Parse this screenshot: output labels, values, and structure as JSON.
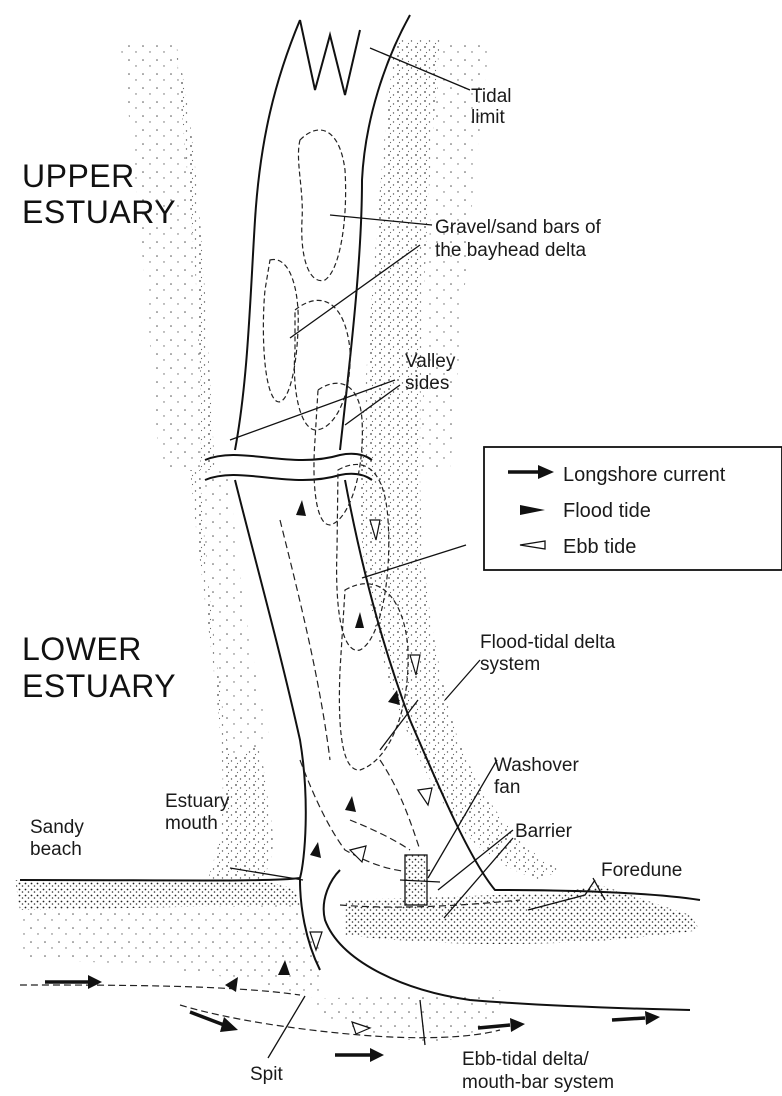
{
  "regions": {
    "upper": [
      "UPPER",
      "ESTUARY"
    ],
    "lower": [
      "LOWER",
      "ESTUARY"
    ]
  },
  "labels": {
    "tidal_limit": [
      "Tidal",
      "limit"
    ],
    "bars": [
      "Gravel/sand bars of",
      "the bayhead delta"
    ],
    "valley_sides": [
      "Valley",
      "sides"
    ],
    "flood_delta": [
      "Flood-tidal delta",
      "system"
    ],
    "washover": [
      "Washover",
      "fan"
    ],
    "barrier": [
      "Barrier"
    ],
    "foredune": [
      "Foredune"
    ],
    "sandy_beach": [
      "Sandy",
      "beach"
    ],
    "estuary_mouth": [
      "Estuary",
      "mouth"
    ],
    "spit": [
      "Spit"
    ],
    "ebb_delta": [
      "Ebb-tidal delta/",
      "mouth-bar system"
    ]
  },
  "legend": {
    "items": [
      {
        "label": "Longshore current",
        "icon": "longshore-arrow-icon"
      },
      {
        "label": "Flood tide",
        "icon": "flood-tide-arrow-icon"
      },
      {
        "label": "Ebb tide",
        "icon": "ebb-tide-arrow-icon"
      }
    ]
  },
  "colors": {
    "ink": "#111111",
    "paper": "#ffffff"
  }
}
